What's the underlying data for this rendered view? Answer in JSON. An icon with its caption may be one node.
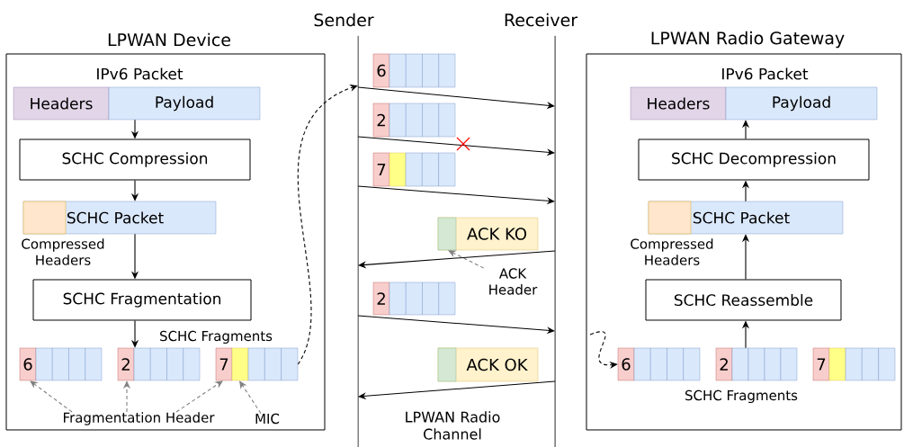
{
  "diagram": {
    "nodes": [
      {
        "text": [
          "LPWAN Device"
        ]
      },
      {
        "text": [
          "Headers"
        ],
        "in": 0
      },
      {
        "text": [
          "Payload"
        ],
        "in": 0
      },
      {
        "text": [
          "SCHC Compression"
        ],
        "in": 0
      },
      {
        "text": [
          "SCHC Packet"
        ],
        "in": 0
      },
      {
        "text": [
          "SCHC Fragmentation"
        ],
        "in": 0
      },
      {
        "text": [
          "6"
        ],
        "in": 0
      },
      {
        "text": [
          "2"
        ],
        "in": 0
      },
      {
        "text": [
          "7"
        ],
        "in": 0
      },
      {
        "text": [
          "Fragmentation Header"
        ],
        "in": 0
      },
      {
        "text": [
          "MIC"
        ],
        "in": 0
      },
      {
        "text": [
          "Sender"
        ]
      },
      {
        "text": [
          "Receiver"
        ]
      },
      {
        "text": [
          "6"
        ]
      },
      {
        "text": [
          "2"
        ]
      },
      {
        "text": [
          "7"
        ]
      },
      {
        "text": [
          "ACK KO"
        ]
      },
      {
        "text": [
          "ACK Header"
        ]
      },
      {
        "text": [
          "2"
        ]
      },
      {
        "text": [
          "ACK OK"
        ]
      },
      {
        "text": [
          "LPWAN Radio Gateway"
        ]
      },
      {
        "text": [
          "Headers"
        ],
        "in": 20
      },
      {
        "text": [
          "Payload"
        ],
        "in": 20
      },
      {
        "text": [
          "SCHC Decompression"
        ],
        "in": 20
      },
      {
        "text": [
          "SCHC Packet"
        ],
        "in": 20
      },
      {
        "text": [
          "SCHC Reassemble"
        ],
        "in": 20
      },
      {
        "text": [
          "6"
        ],
        "in": 20
      },
      {
        "text": [
          "2"
        ],
        "in": 20
      },
      {
        "text": [
          "7"
        ],
        "in": 20
      }
    ],
    "edges": [
      {
        "from": 2,
        "to": 3,
        "arrow": "to"
      },
      {
        "from": 3,
        "to": 4,
        "arrow": "to"
      },
      {
        "from": 4,
        "to": 5,
        "arrow": "to"
      },
      {
        "from": 5,
        "to": 7,
        "arrow": "to"
      },
      {
        "from": 8,
        "to": 11,
        "arrow": "to",
        "style": "dashed"
      },
      {
        "from": 9,
        "to": 6,
        "arrow": "to",
        "style": "dashed",
        "color": "#808080"
      },
      {
        "from": 9,
        "to": 7,
        "arrow": "to",
        "style": "dashed",
        "color": "#808080"
      },
      {
        "from": 9,
        "to": 8,
        "arrow": "to",
        "style": "dashed",
        "color": "#808080"
      },
      {
        "from": 10,
        "to": 8,
        "arrow": "to",
        "style": "dashed",
        "color": "#808080"
      },
      {
        "from": 11,
        "to": 12,
        "arrow": "to"
      },
      {
        "from": 11,
        "to": 12,
        "arrow": "to"
      },
      {
        "from": 11,
        "to": 12,
        "arrow": "to"
      },
      {
        "from": 12,
        "to": 11,
        "arrow": "to"
      },
      {
        "from": 17,
        "to": 16,
        "arrow": "to",
        "style": "dashed",
        "color": "#808080"
      },
      {
        "from": 11,
        "to": 12,
        "arrow": "to"
      },
      {
        "from": 12,
        "to": 11,
        "arrow": "to"
      },
      {
        "from": 25,
        "to": 24,
        "arrow": "to"
      },
      {
        "from": 24,
        "to": 23,
        "arrow": "to"
      },
      {
        "from": 23,
        "to": 22,
        "arrow": "to"
      },
      {
        "from": 27,
        "to": 25,
        "arrow": "to"
      },
      {
        "from": null,
        "to": 26,
        "arrow": "to",
        "style": "dashed"
      }
    ],
    "labels": [
      "IPv6 Packet",
      "Compressed Headers",
      "SCHC Fragments",
      "LPWAN Radio Channel",
      "IPv6 Packet",
      "Compressed Headers",
      "SCHC Fragments"
    ]
  }
}
